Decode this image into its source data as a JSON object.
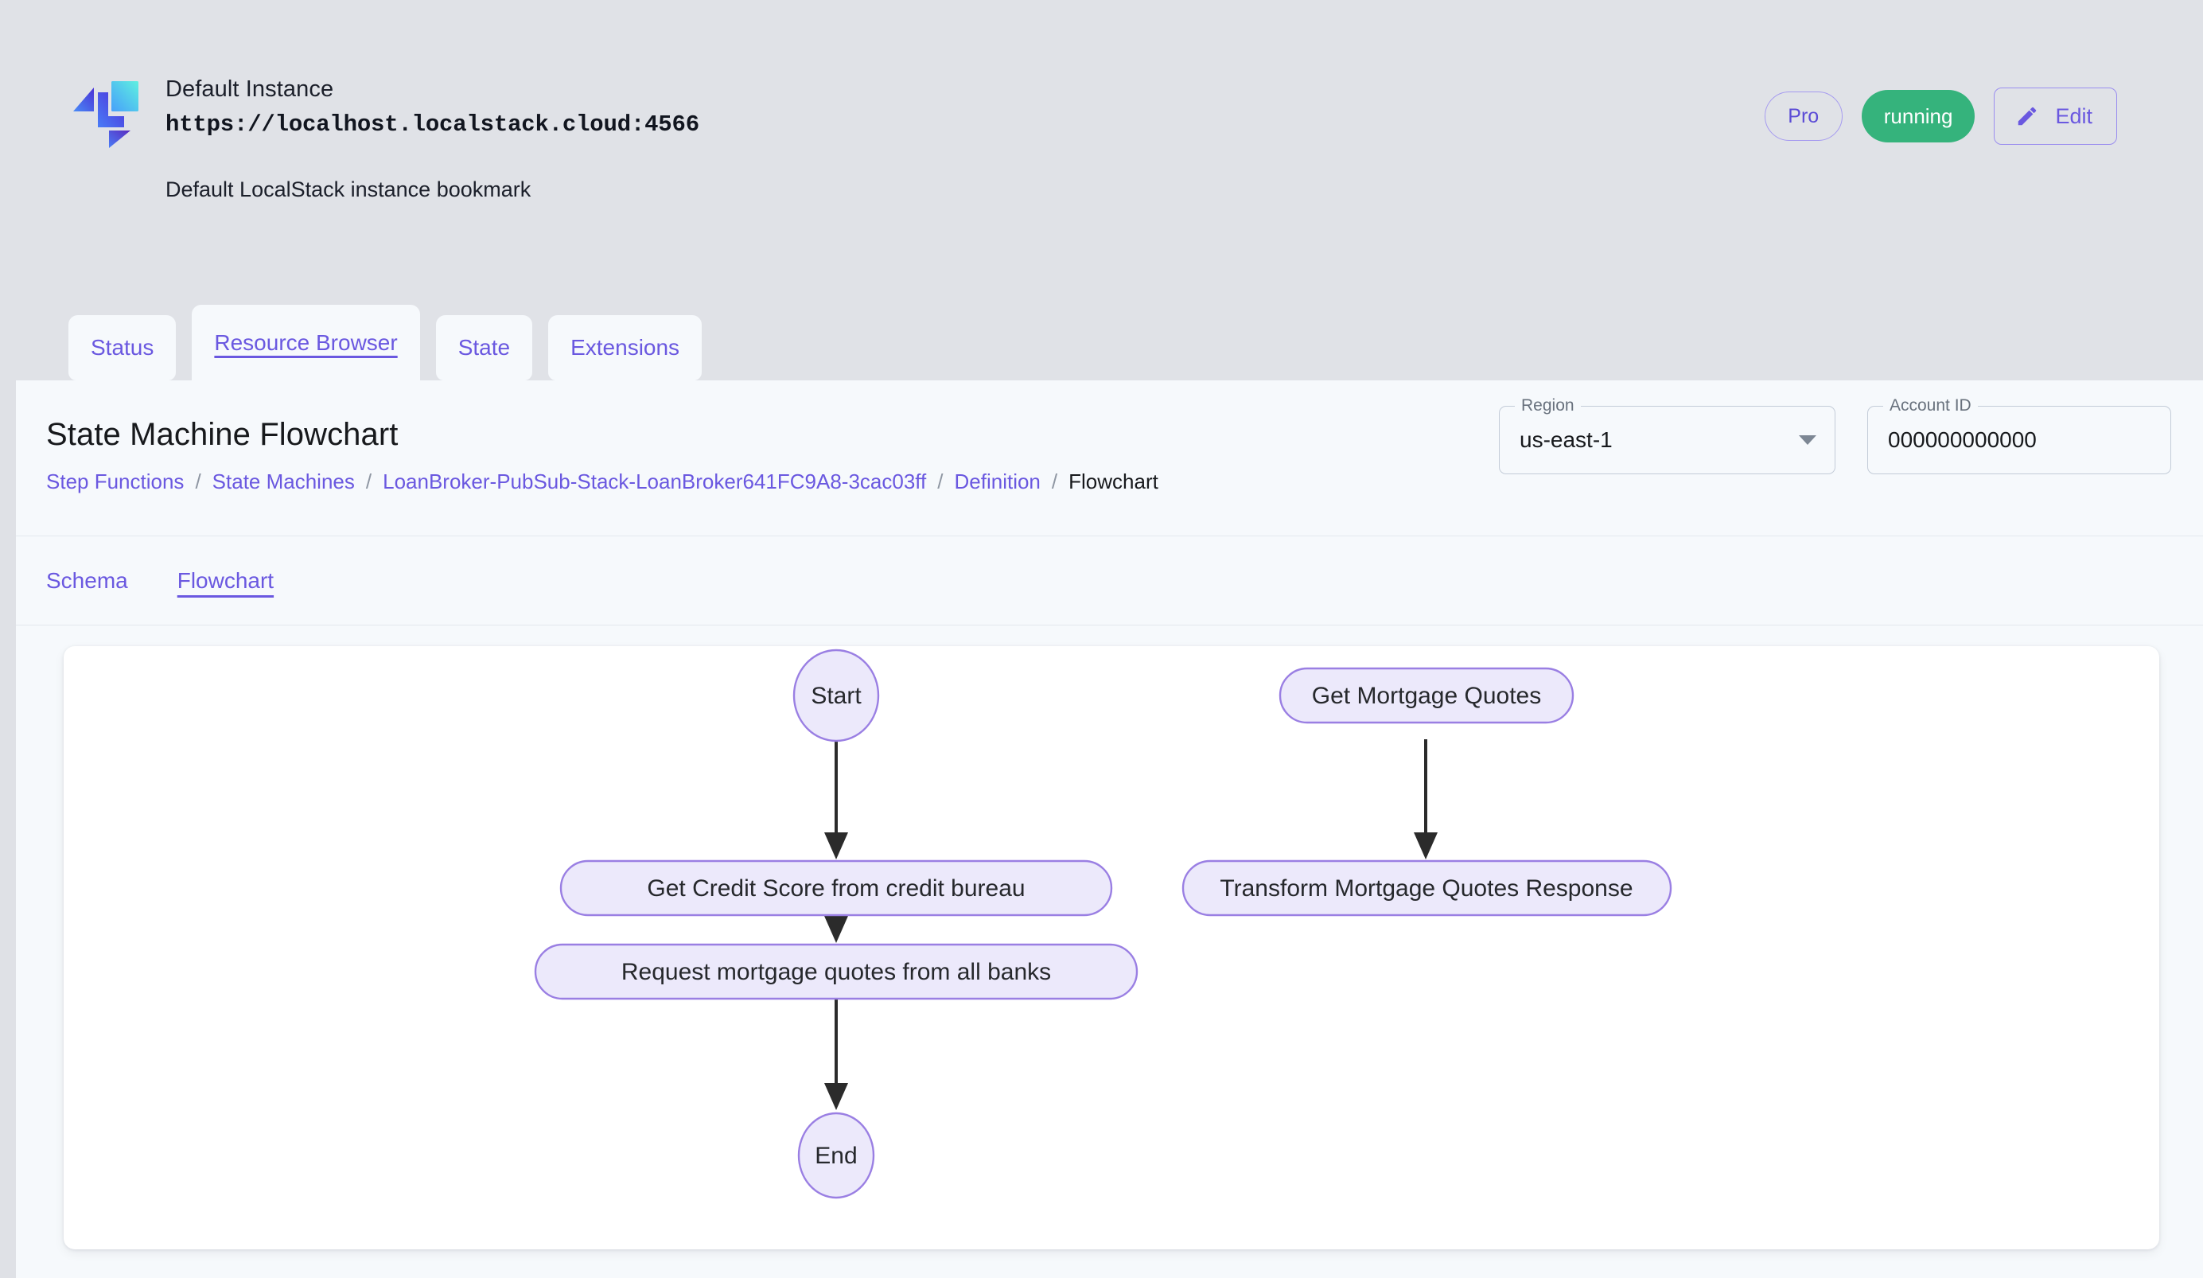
{
  "instance": {
    "title": "Default Instance",
    "url": "https://localhost.localstack.cloud:4566",
    "description": "Default LocalStack instance bookmark",
    "pro_label": "Pro",
    "status_label": "running",
    "edit_label": "Edit",
    "logo_name": "localstack-logo"
  },
  "tabs": [
    {
      "label": "Status",
      "active": false
    },
    {
      "label": "Resource Browser",
      "active": true
    },
    {
      "label": "State",
      "active": false
    },
    {
      "label": "Extensions",
      "active": false
    }
  ],
  "page": {
    "title": "State Machine Flowchart",
    "breadcrumb": [
      {
        "label": "Step Functions",
        "current": false
      },
      {
        "label": "State Machines",
        "current": false
      },
      {
        "label": "LoanBroker-PubSub-Stack-LoanBroker641FC9A8-3cac03ff",
        "current": false
      },
      {
        "label": "Definition",
        "current": false
      },
      {
        "label": "Flowchart",
        "current": true
      }
    ],
    "breadcrumb_separator": "/"
  },
  "selectors": {
    "region": {
      "legend": "Region",
      "value": "us-east-1"
    },
    "account": {
      "legend": "Account ID",
      "value": "000000000000"
    }
  },
  "subtabs": [
    {
      "label": "Schema",
      "active": false
    },
    {
      "label": "Flowchart",
      "active": true
    }
  ],
  "flowchart": {
    "nodes": [
      {
        "id": "start",
        "label": "Start",
        "shape": "ellipse"
      },
      {
        "id": "credit",
        "label": "Get Credit Score from credit bureau",
        "shape": "rounded"
      },
      {
        "id": "request",
        "label": "Request mortgage quotes from all banks",
        "shape": "rounded"
      },
      {
        "id": "end",
        "label": "End",
        "shape": "ellipse"
      },
      {
        "id": "getquotes",
        "label": "Get Mortgage Quotes",
        "shape": "rounded"
      },
      {
        "id": "transform",
        "label": "Transform Mortgage Quotes Response",
        "shape": "rounded"
      }
    ],
    "edges": [
      {
        "from": "start",
        "to": "credit"
      },
      {
        "from": "credit",
        "to": "request"
      },
      {
        "from": "request",
        "to": "end"
      },
      {
        "from": "getquotes",
        "to": "transform"
      }
    ]
  },
  "colors": {
    "accent": "#6a58e0",
    "status_running": "#35b37c",
    "node_fill": "#ece9fb",
    "node_stroke": "#9a7fe3",
    "header_bg": "#e0e2e7",
    "panel_bg": "#f6f9fc"
  }
}
